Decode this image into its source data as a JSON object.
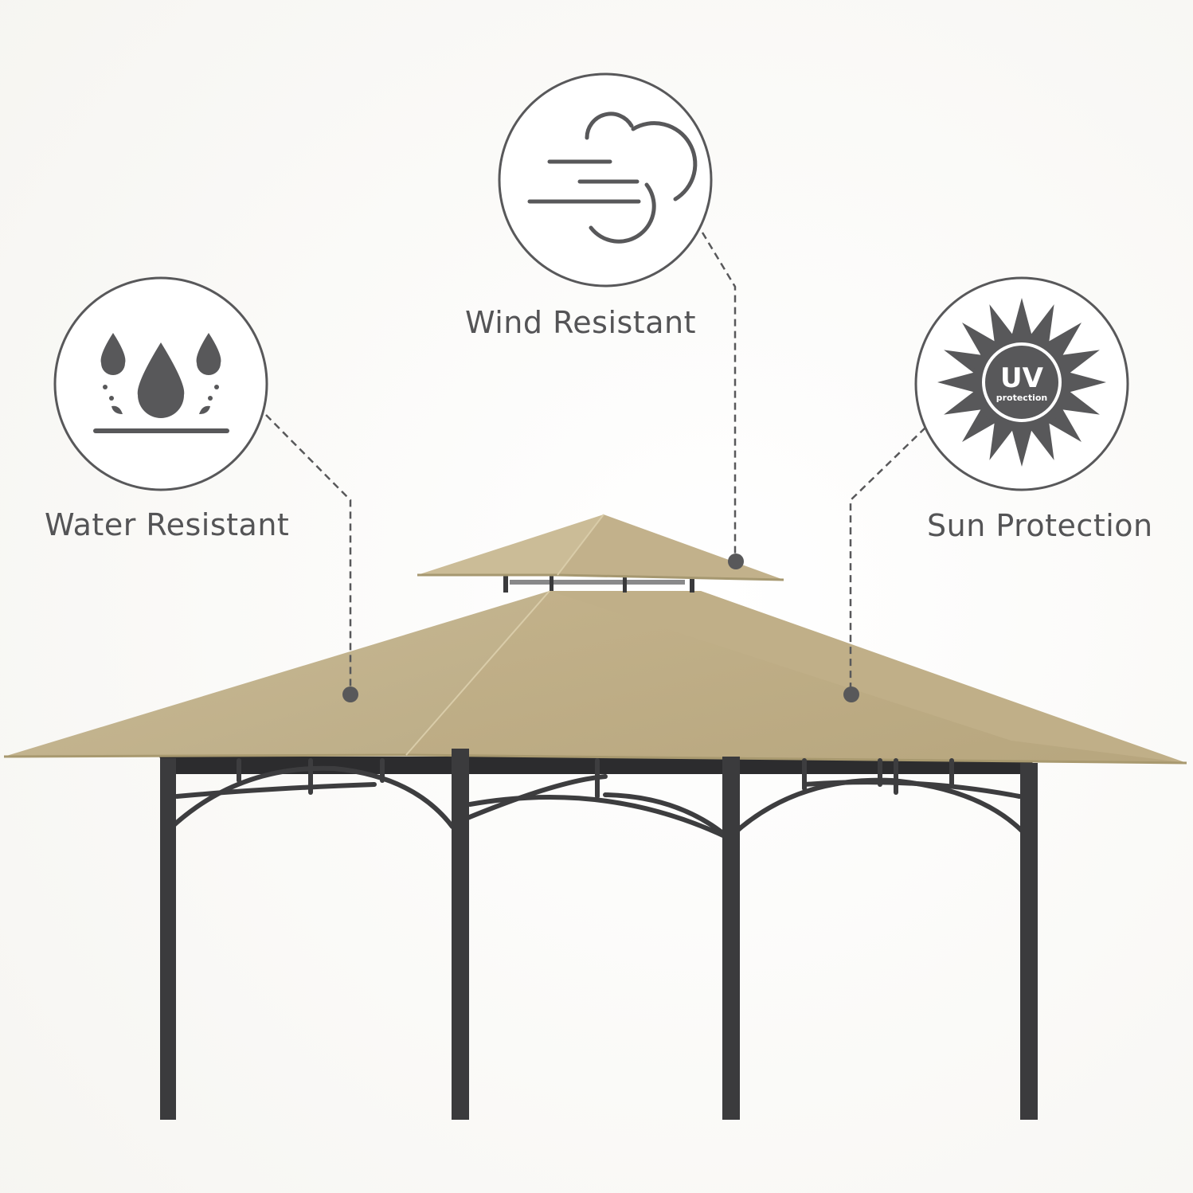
{
  "features": {
    "wind": {
      "label": "Wind Resistant",
      "icon": "wind-icon"
    },
    "water": {
      "label": "Water Resistant",
      "icon": "water-drops-icon"
    },
    "sun": {
      "label": "Sun Protection",
      "icon": "uv-sun-icon",
      "badge_main": "UV",
      "badge_sub": "protection"
    }
  },
  "colors": {
    "canopy": "#c8b891",
    "canopy_shade": "#b6a57c",
    "frame": "#3d3d3f",
    "icon": "#58585a",
    "text": "#545456"
  }
}
